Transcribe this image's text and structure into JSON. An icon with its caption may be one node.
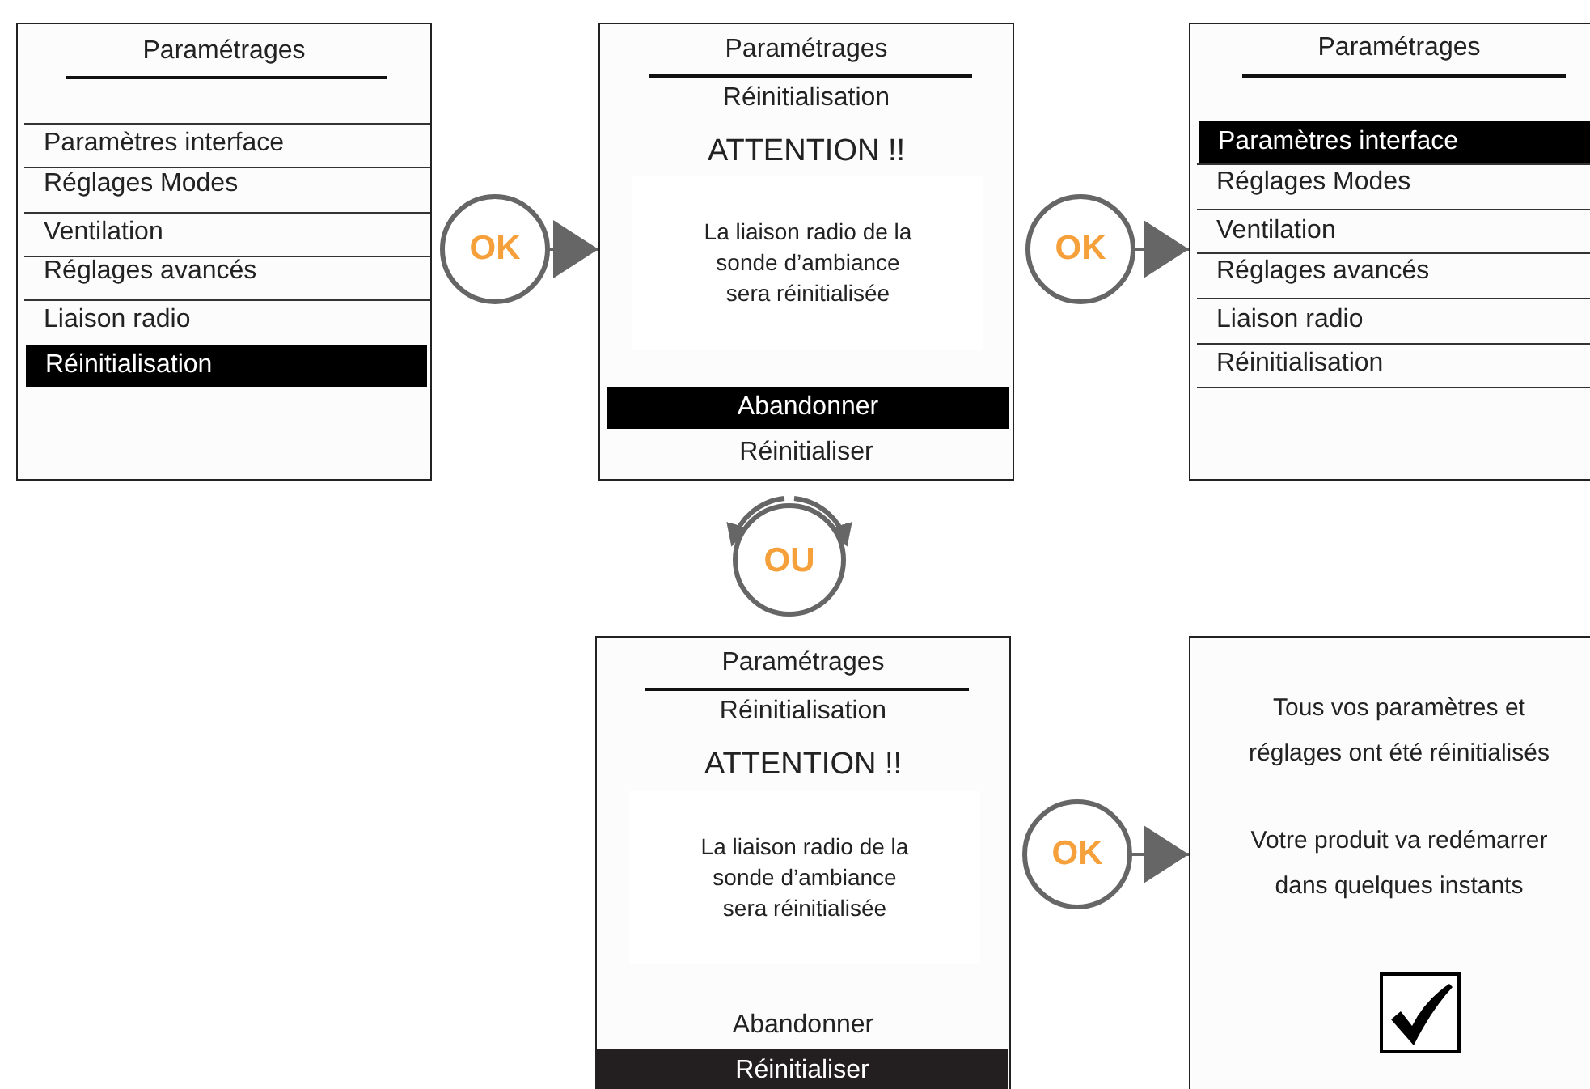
{
  "diagram": {
    "nodes": [
      {
        "text": [
          "Paramétrages",
          "Paramètres interface",
          "Réglages Modes",
          "Ventilation",
          "Réglages avancés",
          "Liaison radio"
        ]
      },
      {
        "text": [
          "Réinitialisation"
        ],
        "in": 0
      },
      {
        "text": [
          "OK"
        ]
      },
      {
        "text": [
          "Paramétrages",
          "Réinitialisation",
          "ATTENTION !!",
          "La liaison radio de la sonde d’ambiance sera réinitialisée",
          "Réinitialiser"
        ]
      },
      {
        "text": [
          "Abandonner"
        ],
        "in": 3
      },
      {
        "text": [
          "OK"
        ]
      },
      {
        "text": [
          "Paramétrages",
          "Réglages Modes",
          "Ventilation",
          "Réglages avancés",
          "Liaison radio",
          "Réinitialisation"
        ]
      },
      {
        "text": [
          "Paramètres interface"
        ],
        "in": 6
      },
      {
        "text": [
          "OU"
        ]
      },
      {
        "text": [
          "Paramétrages",
          "Réinitialisation",
          "ATTENTION !!",
          "La liaison radio de la sonde d’ambiance sera réinitialisée",
          "Abandonner"
        ]
      },
      {
        "text": [
          "Réinitialiser"
        ],
        "in": 9
      },
      {
        "text": [
          "OK"
        ]
      },
      {
        "text": [
          "Tous vos paramètres et réglages ont été réinitialisés",
          "Votre produit va redémarrer dans quelques instants"
        ]
      }
    ],
    "edges": [
      {
        "from": 2,
        "to": 3,
        "arrow": "to"
      },
      {
        "from": 5,
        "to": 6,
        "arrow": "to"
      },
      {
        "from": 11,
        "to": 12,
        "arrow": "to"
      }
    ]
  }
}
